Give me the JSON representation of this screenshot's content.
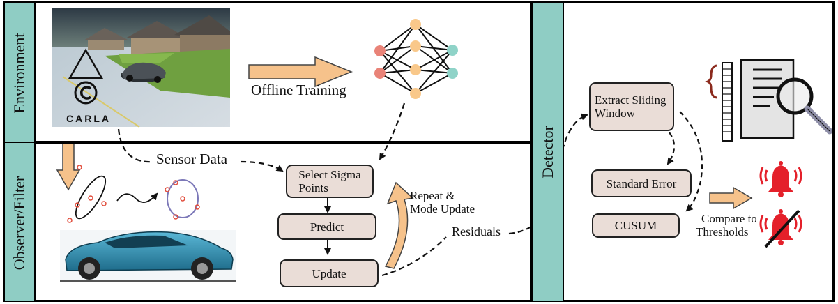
{
  "sections": {
    "environment": "Environment",
    "observer_filter": "Observer/Filter",
    "detector": "Detector"
  },
  "env_image": {
    "logo_text": "CARLA"
  },
  "labels": {
    "offline_training": "Offline Training",
    "sensor_data": "Sensor Data",
    "repeat_mode_update": [
      "Repeat &",
      "Mode Update"
    ],
    "residuals": "Residuals",
    "compare_thresholds": [
      "Compare to",
      "Thresholds"
    ]
  },
  "filter_steps": {
    "select_sigma": [
      "Select Sigma",
      "Points"
    ],
    "predict": "Predict",
    "update": "Update"
  },
  "detector_steps": {
    "extract_window": [
      "Extract Sliding",
      "Window"
    ],
    "standard_error": "Standard Error",
    "cusum": "CUSUM"
  },
  "colors": {
    "sidebar": "#8fcdc4",
    "box_fill": "#eaddd7",
    "arrow_fill": "#f6c28b",
    "node_orange": "#f9c88a",
    "node_red": "#e98378",
    "node_teal": "#8fd3c8",
    "alarm_red": "#e4202a",
    "car_blue": "#2f8bb0"
  }
}
